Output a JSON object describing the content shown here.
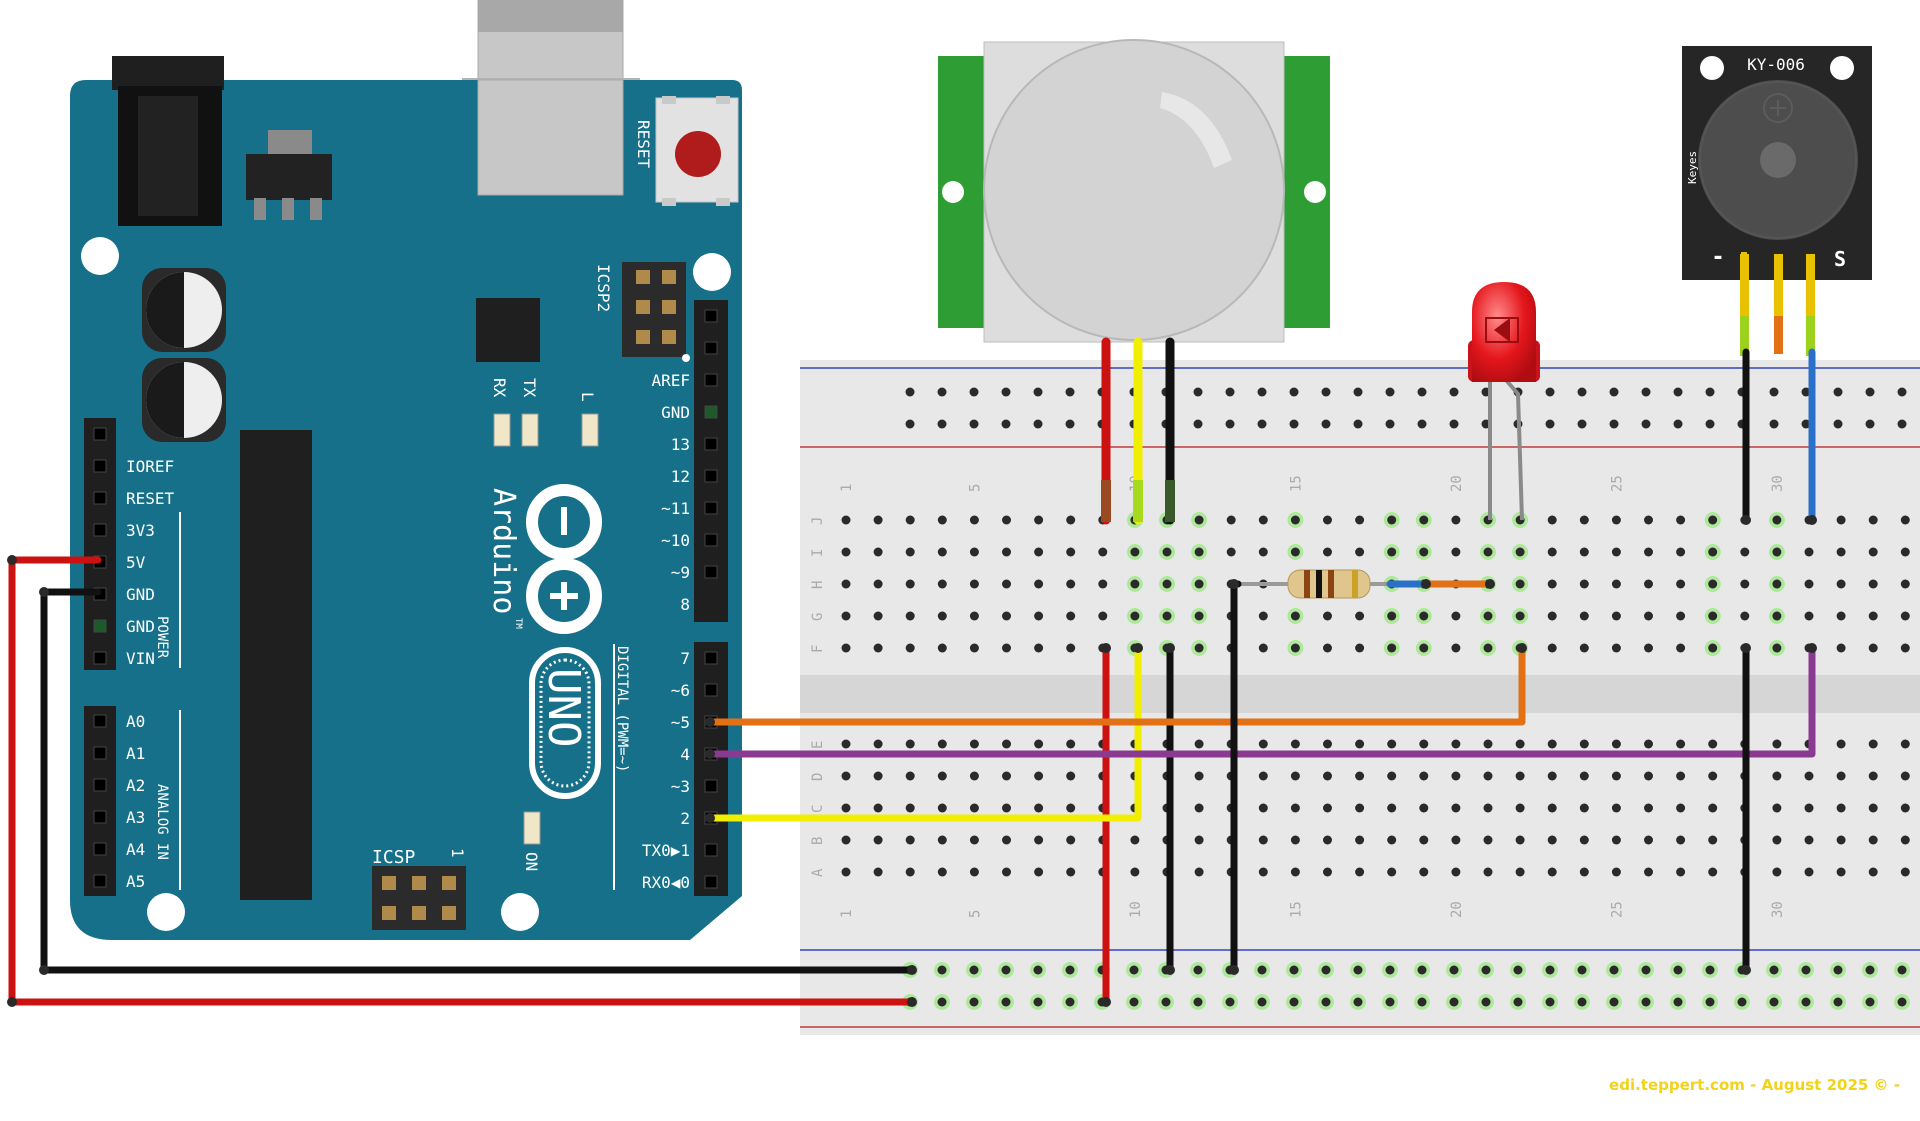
{
  "arduino": {
    "brand": "Arduino",
    "model": "UNO",
    "tm": "TM",
    "reset": "RESET",
    "icsp2": "ICSP2",
    "icsp": "ICSP",
    "icsp_pin1": "1",
    "rx": "RX",
    "tx": "TX",
    "l": "L",
    "on": "ON",
    "power": "POWER",
    "analog_in": "ANALOG IN",
    "digital": "DIGITAL (PWM=~)",
    "power_pins": [
      "IOREF",
      "RESET",
      "3V3",
      "5V",
      "GND",
      "GND",
      "VIN"
    ],
    "analog_pins": [
      "A0",
      "A1",
      "A2",
      "A3",
      "A4",
      "A5"
    ],
    "digital_top": [
      "AREF",
      "GND",
      "13",
      "12",
      "~11",
      "~10",
      "~9",
      "8"
    ],
    "digital_bottom": [
      "7",
      "~6",
      "~5",
      "4",
      "~3",
      "2",
      "TX0▶1",
      "RX0◀0"
    ]
  },
  "breadboard": {
    "rows_upper": [
      "J",
      "I",
      "H",
      "G",
      "F"
    ],
    "rows_lower": [
      "E",
      "D",
      "C",
      "B",
      "A"
    ],
    "column_numbers": [
      "1",
      "5",
      "10",
      "15",
      "20",
      "25",
      "30"
    ]
  },
  "buzzer": {
    "title": "KY-006",
    "brand": "Keyes",
    "pin_minus": "-",
    "pin_s": "S"
  },
  "credit": "edi.teppert.com - August 2025 © -",
  "colors": {
    "board": "#177089",
    "wire_red": "#cc1111",
    "wire_black": "#111111",
    "wire_yellow": "#f2ee00",
    "wire_orange": "#e27116",
    "wire_purple": "#8b3a92",
    "wire_blue": "#2b70c8",
    "pir_green": "#2e9e34",
    "led_red": "#e5161c"
  },
  "icons": [
    "arduino-infinity-logo",
    "pir-dome",
    "buzzer-disc",
    "led",
    "resistor"
  ]
}
